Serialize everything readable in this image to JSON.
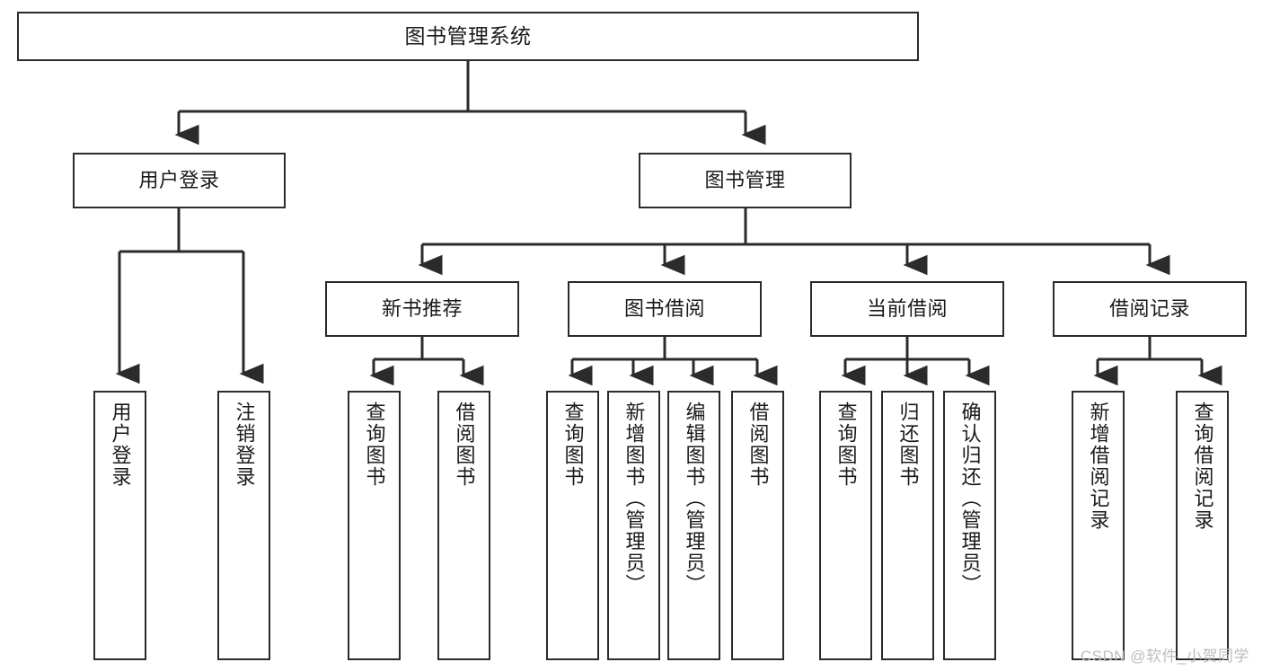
{
  "diagram": {
    "title": "图书管理系统",
    "type": "tree-hierarchy-diagram",
    "root": {
      "label": "图书管理系统"
    },
    "level2": [
      {
        "label": "用户登录"
      },
      {
        "label": "图书管理"
      }
    ],
    "level3": [
      {
        "label": "新书推荐"
      },
      {
        "label": "图书借阅"
      },
      {
        "label": "当前借阅"
      },
      {
        "label": "借阅记录"
      }
    ],
    "leaves": {
      "user_login": [
        {
          "label": "用户登录"
        },
        {
          "label": "注销登录"
        }
      ],
      "new_book_recommend": [
        {
          "label": "查询图书"
        },
        {
          "label": "借阅图书"
        }
      ],
      "book_borrow": [
        {
          "label": "查询图书"
        },
        {
          "label": "新增图书（管理员）"
        },
        {
          "label": "编辑图书（管理员）"
        },
        {
          "label": "借阅图书"
        }
      ],
      "current_borrow": [
        {
          "label": "查询图书"
        },
        {
          "label": "归还图书"
        },
        {
          "label": "确认归还（管理员）"
        }
      ],
      "borrow_record": [
        {
          "label": "新增借阅记录"
        },
        {
          "label": "查询借阅记录"
        }
      ]
    }
  },
  "watermark": {
    "text": "CSDN @软件_小贺同学"
  },
  "colors": {
    "box_border": "#2b2b2b",
    "box_fill": "#ffffff",
    "text": "#1a1a1a",
    "line": "#2b2b2b",
    "watermark": "#bdbdbd"
  }
}
